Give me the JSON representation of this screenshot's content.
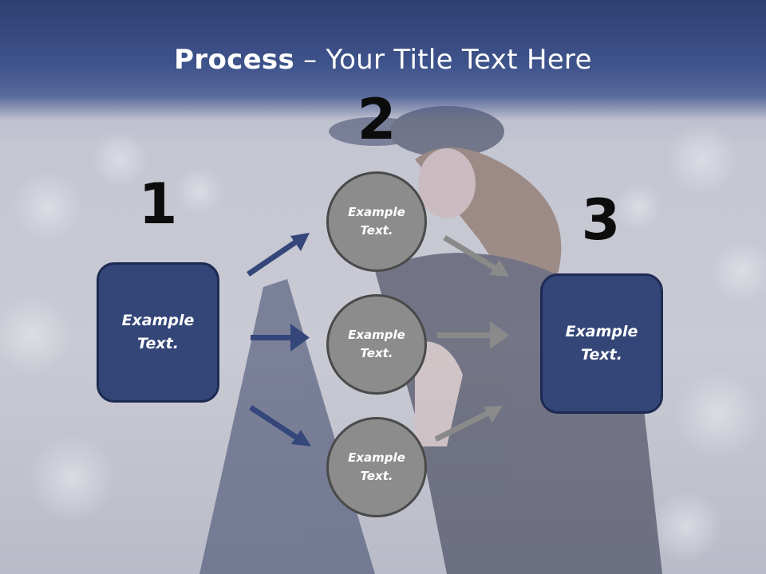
{
  "slide": {
    "title_bold": "Process",
    "title_rest": " – Your Title Text Here",
    "steps": [
      "1",
      "2",
      "3"
    ],
    "left_box": "Example Text.",
    "circles": [
      "Example Text.",
      "Example Text.",
      "Example Text."
    ],
    "right_box": "Example Text."
  },
  "colors": {
    "header": "#3f548c",
    "box_fill": "#344677",
    "circle_fill": "#8c8c8c",
    "arrow_blue": "#34467a",
    "arrow_gray": "#8a8a8a"
  }
}
